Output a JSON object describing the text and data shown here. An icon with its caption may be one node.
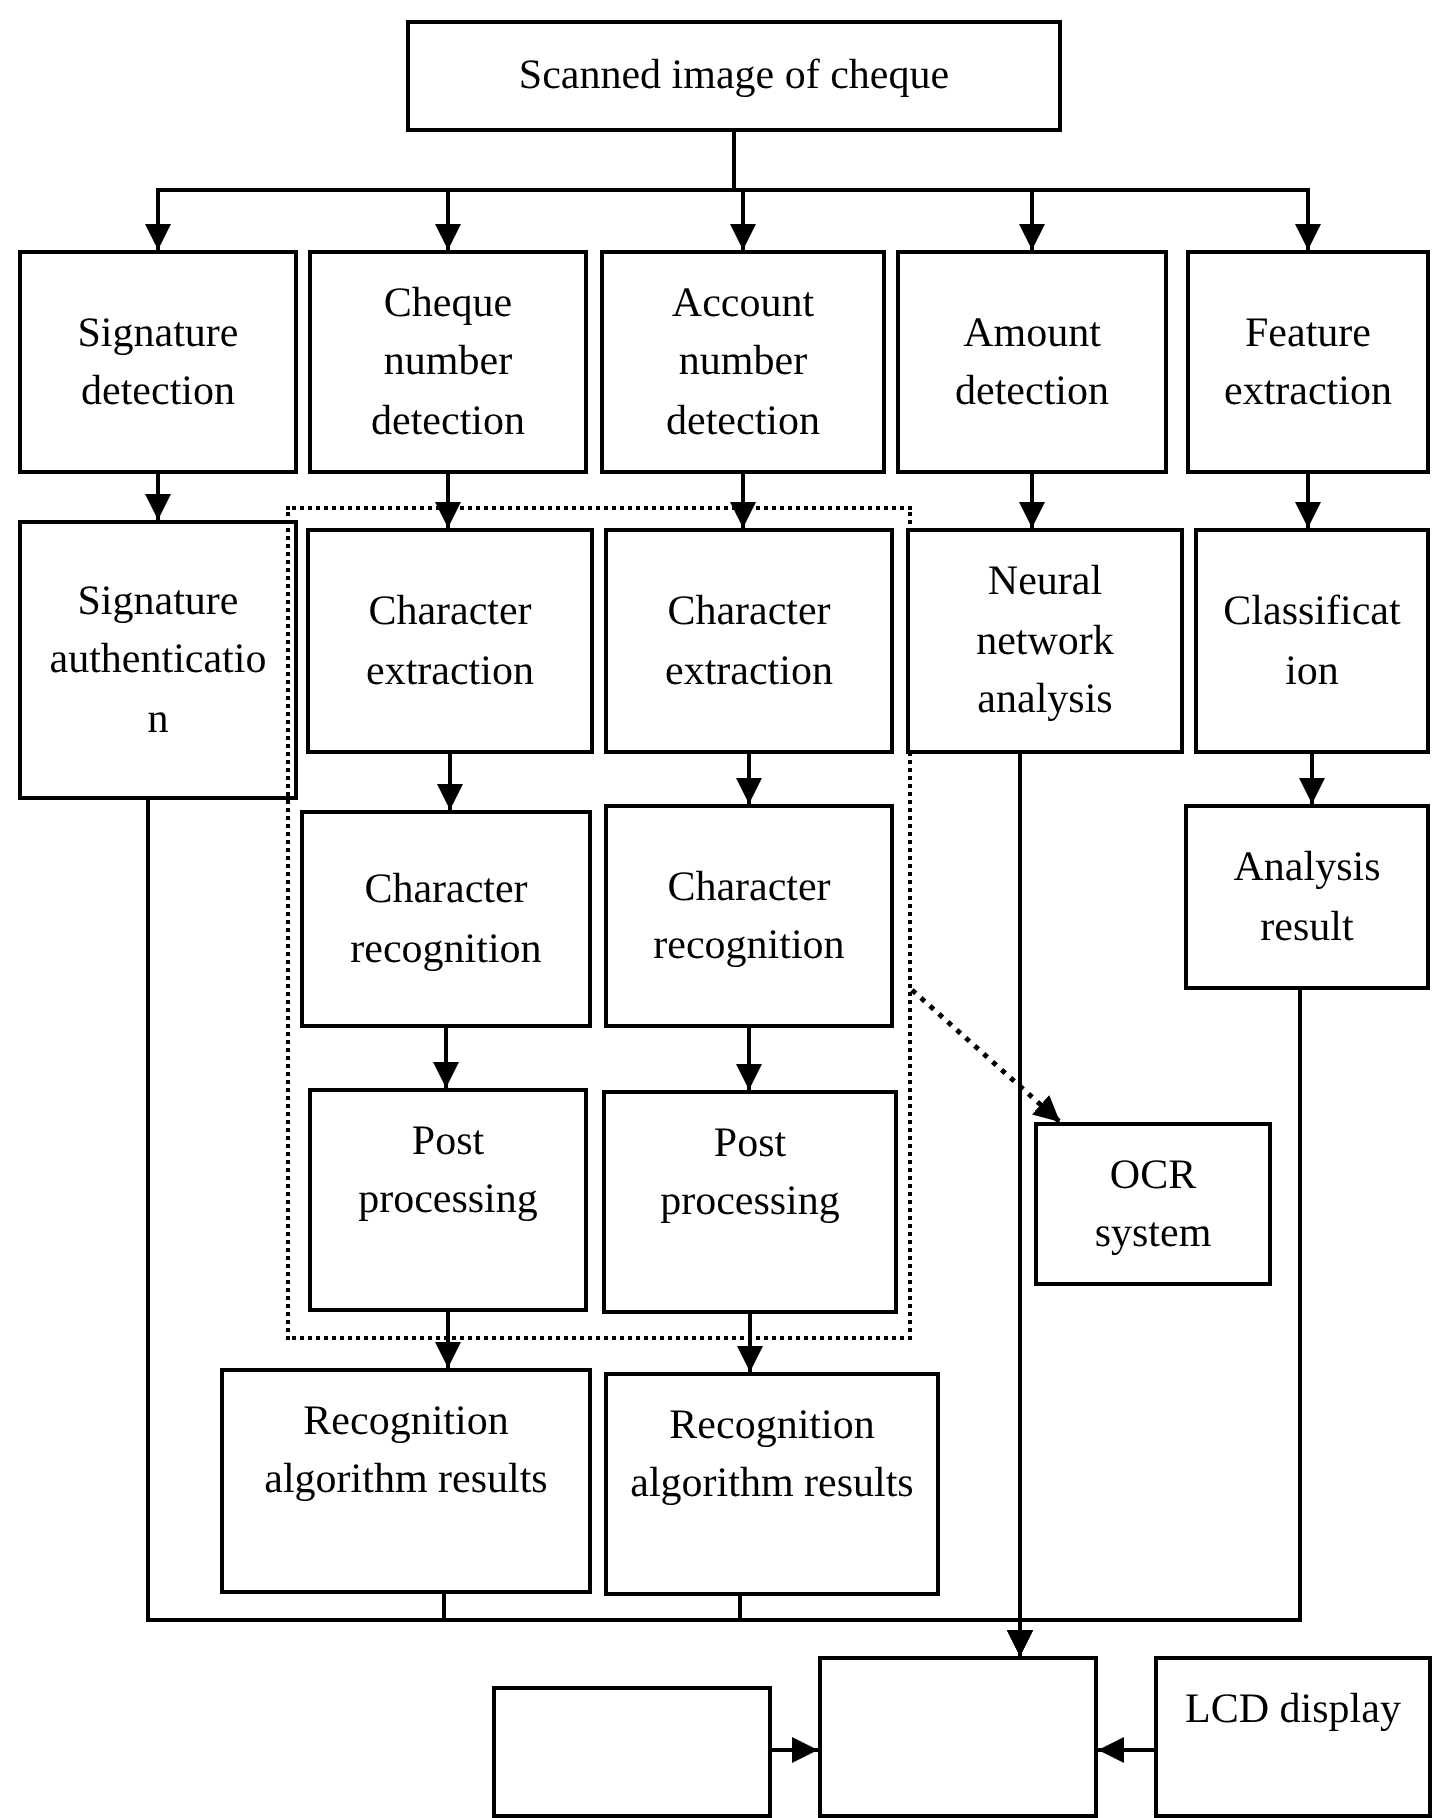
{
  "diagram": {
    "nodes": [
      {
        "text": [
          "Scanned image of cheque"
        ]
      },
      {
        "text": [
          "Signature detection"
        ]
      },
      {
        "text": [
          "Cheque number detection"
        ]
      },
      {
        "text": [
          "Account number detection"
        ]
      },
      {
        "text": [
          "Amount detection"
        ]
      },
      {
        "text": [
          "Feature extraction"
        ]
      },
      {
        "text": [
          "Signature authentication"
        ]
      },
      {
        "text": [],
        "shape": "box"
      },
      {
        "text": [
          "Character extraction"
        ],
        "in": 7
      },
      {
        "text": [
          "Character extraction"
        ],
        "in": 7
      },
      {
        "text": [
          "Neural network analysis"
        ]
      },
      {
        "text": [
          "Classification"
        ]
      },
      {
        "text": [
          "Character recognition"
        ],
        "in": 7
      },
      {
        "text": [
          "Character recognition"
        ],
        "in": 7
      },
      {
        "text": [
          "Analysis result"
        ]
      },
      {
        "text": [
          "Post processing"
        ],
        "in": 7
      },
      {
        "text": [
          "Post processing"
        ],
        "in": 7
      },
      {
        "text": [
          "OCR system"
        ]
      },
      {
        "text": [
          "Recognition algorithm results"
        ]
      },
      {
        "text": [
          "Recognition algorithm results"
        ]
      },
      {
        "text": [],
        "shape": "box"
      },
      {
        "text": [],
        "shape": "box"
      },
      {
        "text": [
          "LCD display"
        ]
      }
    ],
    "edges": [
      {
        "from": 0,
        "to": 1,
        "arrow": "to"
      },
      {
        "from": 0,
        "to": 2,
        "arrow": "to"
      },
      {
        "from": 0,
        "to": 3,
        "arrow": "to"
      },
      {
        "from": 0,
        "to": 4,
        "arrow": "to"
      },
      {
        "from": 0,
        "to": 5,
        "arrow": "to"
      },
      {
        "from": 1,
        "to": 6,
        "arrow": "to"
      },
      {
        "from": 2,
        "to": 8,
        "arrow": "to"
      },
      {
        "from": 3,
        "to": 9,
        "arrow": "to"
      },
      {
        "from": 4,
        "to": 10,
        "arrow": "to"
      },
      {
        "from": 5,
        "to": 11,
        "arrow": "to"
      },
      {
        "from": 8,
        "to": 12,
        "arrow": "to"
      },
      {
        "from": 9,
        "to": 13,
        "arrow": "to"
      },
      {
        "from": 11,
        "to": 14,
        "arrow": "to"
      },
      {
        "from": 12,
        "to": 15,
        "arrow": "to"
      },
      {
        "from": 13,
        "to": 16,
        "arrow": "to"
      },
      {
        "from": 15,
        "to": 18,
        "arrow": "to"
      },
      {
        "from": 16,
        "to": 19,
        "arrow": "to"
      },
      {
        "from": 7,
        "to": 17,
        "arrow": "to",
        "style": "dashed"
      },
      {
        "from": 10,
        "to": 21,
        "arrow": "to"
      },
      {
        "from": 6,
        "to": 21,
        "arrow": "to"
      },
      {
        "from": 18,
        "to": 21,
        "arrow": "to"
      },
      {
        "from": 19,
        "to": 21,
        "arrow": "to"
      },
      {
        "from": 14,
        "to": 21,
        "arrow": "to"
      },
      {
        "from": 20,
        "to": 21,
        "arrow": "to"
      },
      {
        "from": 22,
        "to": 21,
        "arrow": "to"
      }
    ]
  }
}
